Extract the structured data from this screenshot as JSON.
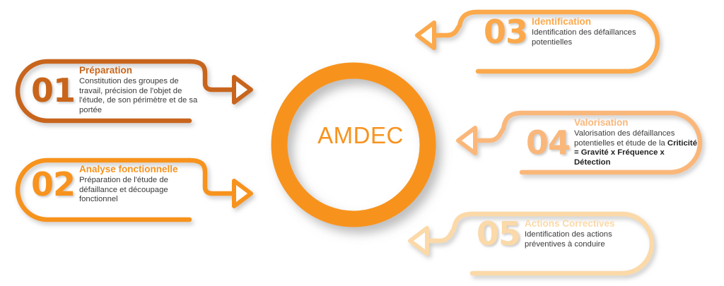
{
  "diagram": {
    "center": {
      "label": "AMDEC",
      "ring_color": "#F7931E",
      "text_color": "#F7931E"
    },
    "steps": [
      {
        "number": "01",
        "title": "Préparation",
        "desc_html": "Constitution des groupes de travail, précision de l'objet de l'étude, de son périmètre et de sa portée",
        "color": "#C8651A",
        "side": "left"
      },
      {
        "number": "02",
        "title": "Analyse fonctionnelle",
        "desc_html": "Préparation de l'étude de défaillance et découpage fonctionnel",
        "color": "#F7931E",
        "side": "left"
      },
      {
        "number": "03",
        "title": "Identification",
        "desc_html": "Identification des défaillances potentielles",
        "color": "#FBA94C",
        "side": "right"
      },
      {
        "number": "04",
        "title": "Valorisation",
        "desc_html": "Valorisation des défaillances potentielles et étude de la <b>Criticité = Gravité x Fréquence x Détection</b>",
        "color": "#FAB77A",
        "side": "right"
      },
      {
        "number": "05",
        "title": "Actions Correctives",
        "desc_html": "Identification des actions préventives à conduire",
        "color": "#FBD9A8",
        "side": "right"
      }
    ],
    "body_text_color": "#3a3a3a",
    "background_color": "#ffffff"
  }
}
